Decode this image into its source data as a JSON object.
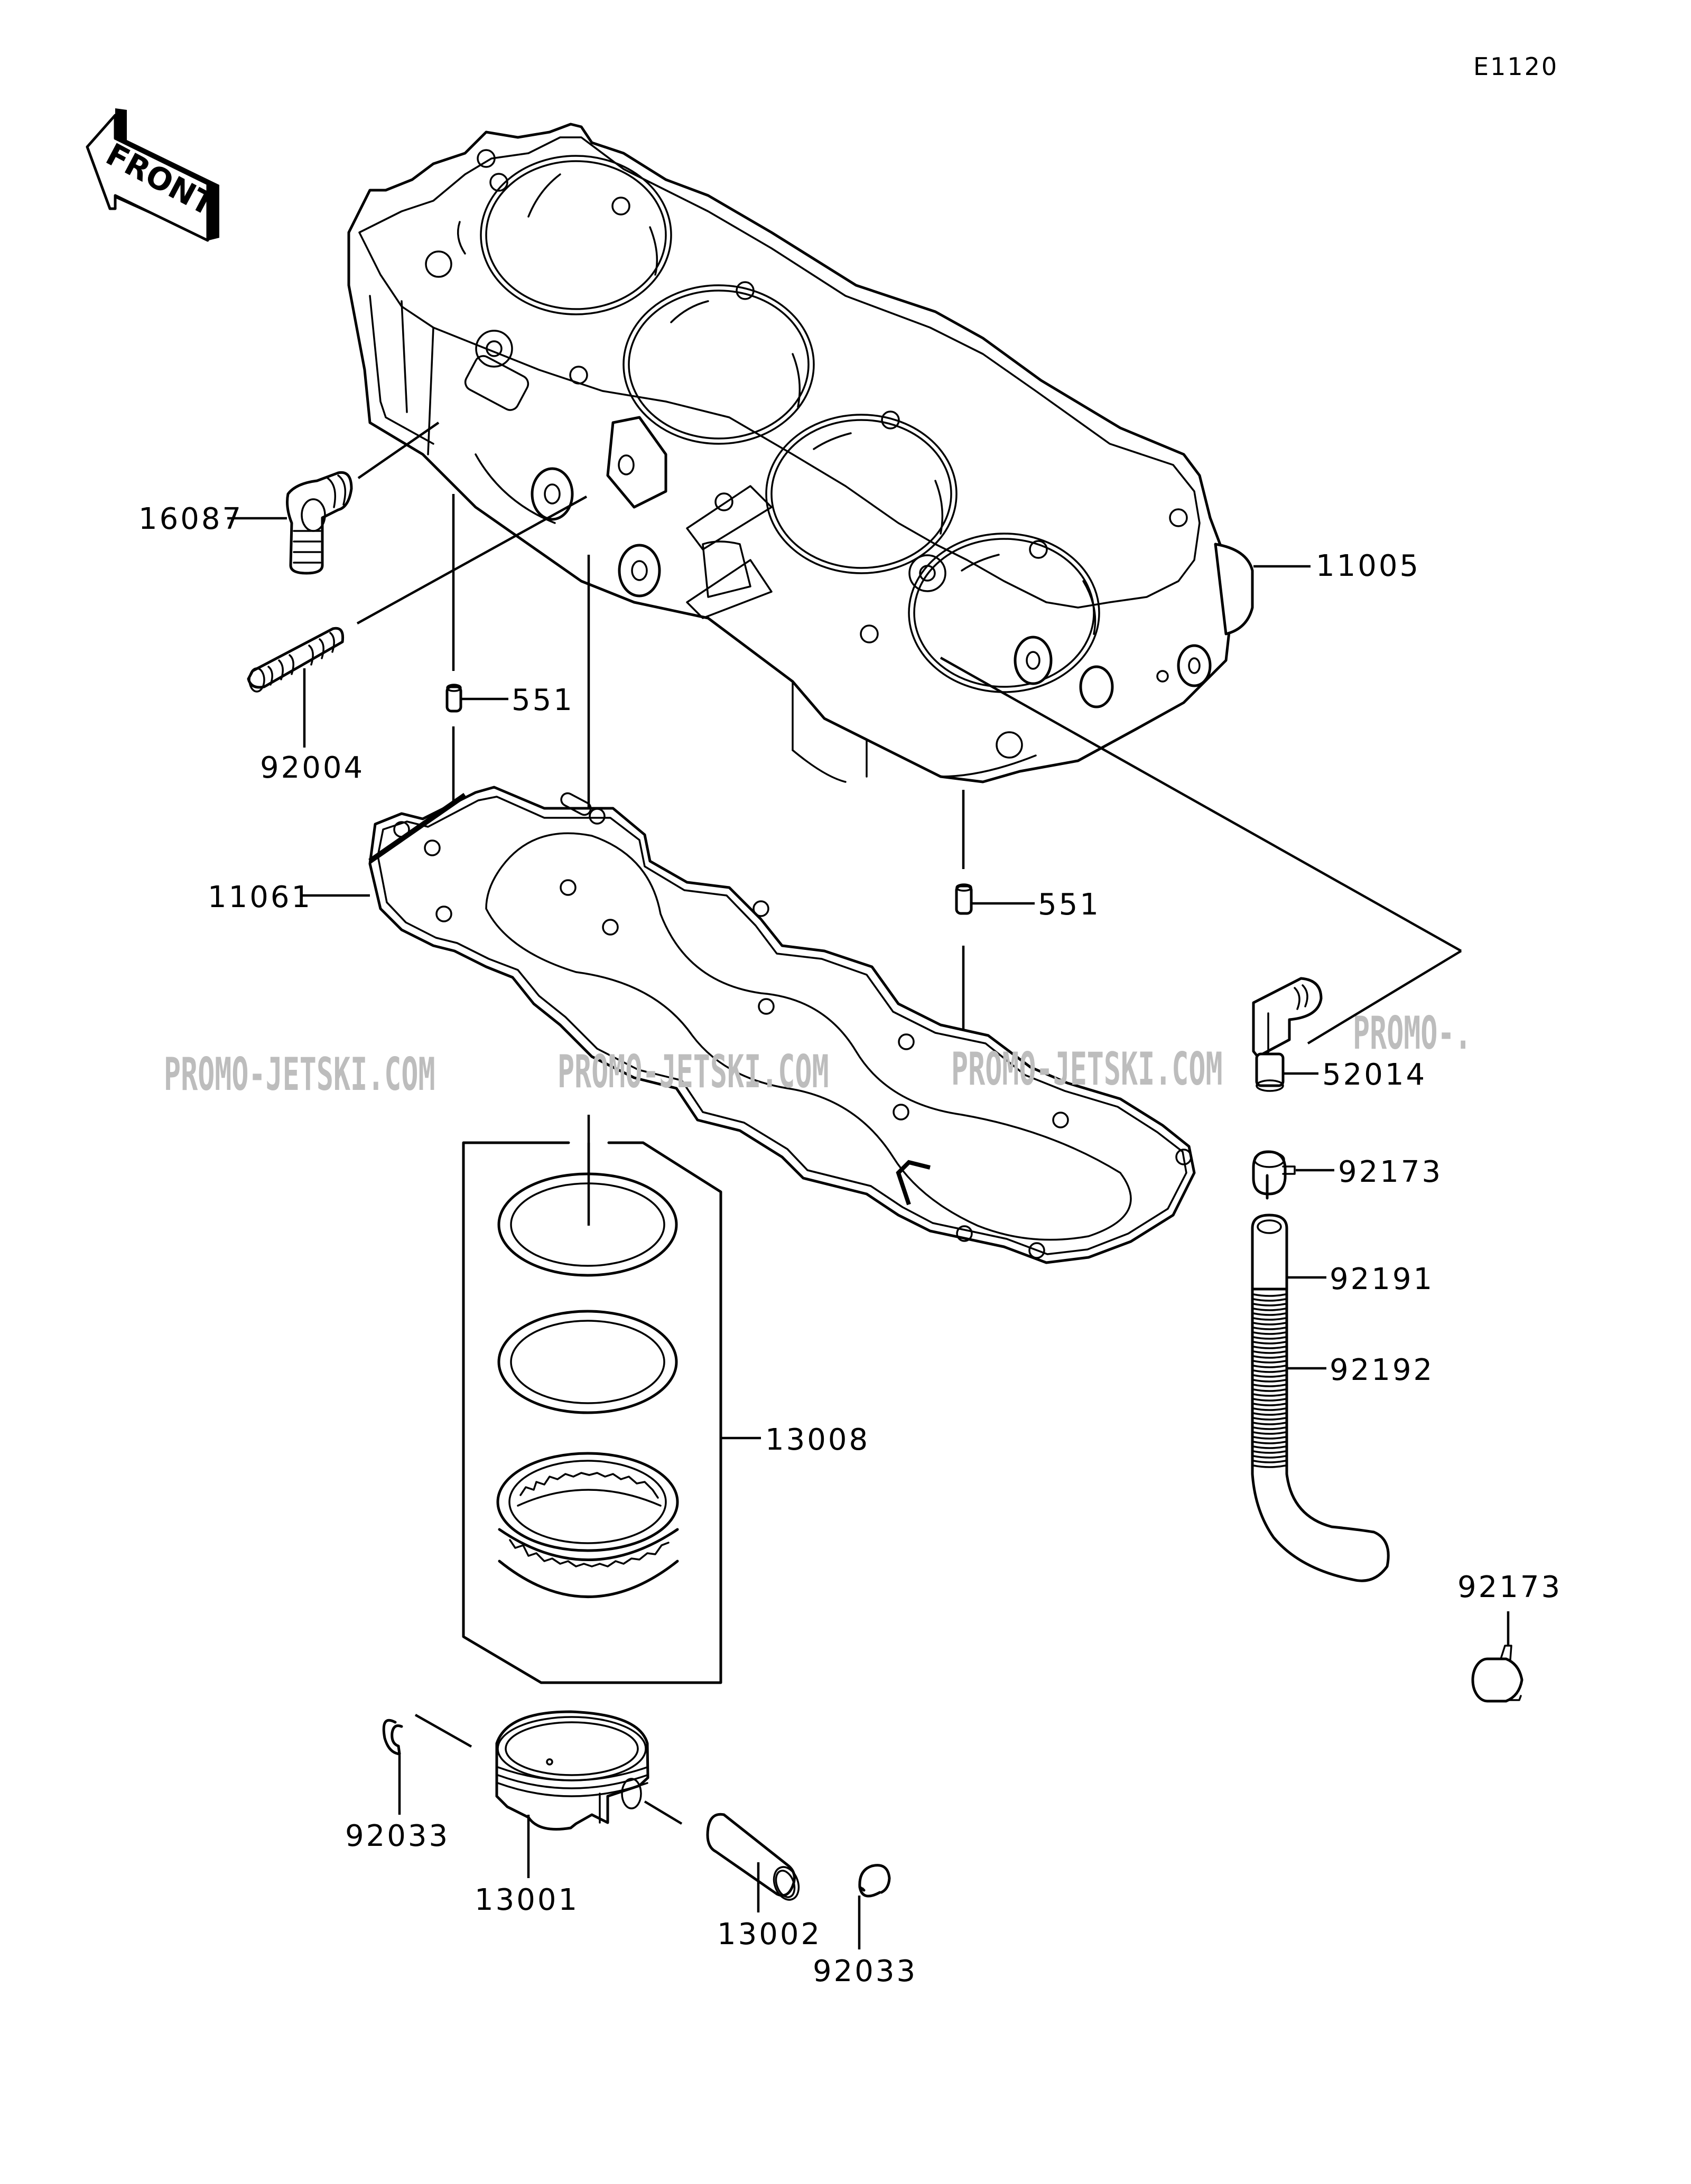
{
  "diagram": {
    "code": "E1120",
    "direction_label": "FRONT",
    "watermark": [
      "PROMO-JETSKI.COM",
      "PROMO-JETSKI.COM",
      "PROMO-JETSKI.COM",
      "PROMO-."
    ],
    "colors": {
      "line": "#000000",
      "watermark": "#bdbdbd",
      "background": "#ffffff"
    },
    "parts": {
      "cylinder_block": "11005",
      "fitting_elbow": "16087",
      "stud": "92004",
      "dowel_pin_left": "551",
      "dowel_pin_right": "551",
      "cylinder_gasket": "11061",
      "piston_ring_set": "13008",
      "water_elbow": "52014",
      "clamp_upper": "92173",
      "hose_straight": "92191",
      "hose_corrugated": "92192",
      "clamp_lower": "92173",
      "circlip_left": "92033",
      "piston": "13001",
      "piston_pin": "13002",
      "circlip_right": "92033"
    }
  }
}
